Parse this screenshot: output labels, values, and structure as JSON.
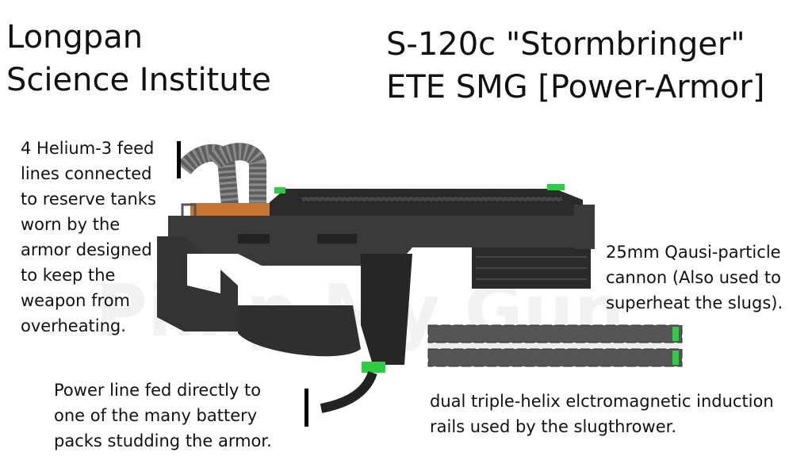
{
  "title_left_lines": [
    "Longpan",
    "Science Institute"
  ],
  "title_right_lines": [
    "S-120c \"Stormbringer\"",
    "ETE SMG [Power-Armor]"
  ],
  "annotations": {
    "helium": [
      "4 Helium-3 feed",
      "lines connected",
      "to reserve tanks",
      "worn by the",
      "armor designed",
      "to keep the",
      "weapon from",
      "overheating."
    ],
    "cannon": [
      "25mm Qausi-particle",
      "cannon (Also used to",
      "superheat the slugs)."
    ],
    "power": [
      "Power line fed directly to",
      "one of the many battery",
      "packs studding the armor."
    ],
    "rails": [
      "dual triple-helix elctromagnetic induction",
      "rails used by the slugthrower."
    ]
  },
  "watermark_text": "Pimp My Gun",
  "colors": {
    "body_dark": "#262626",
    "body_mid": "#3a3a3a",
    "accent_green": "#2ecc40",
    "copper": "#c87533",
    "hose": "#6e6e6e"
  }
}
